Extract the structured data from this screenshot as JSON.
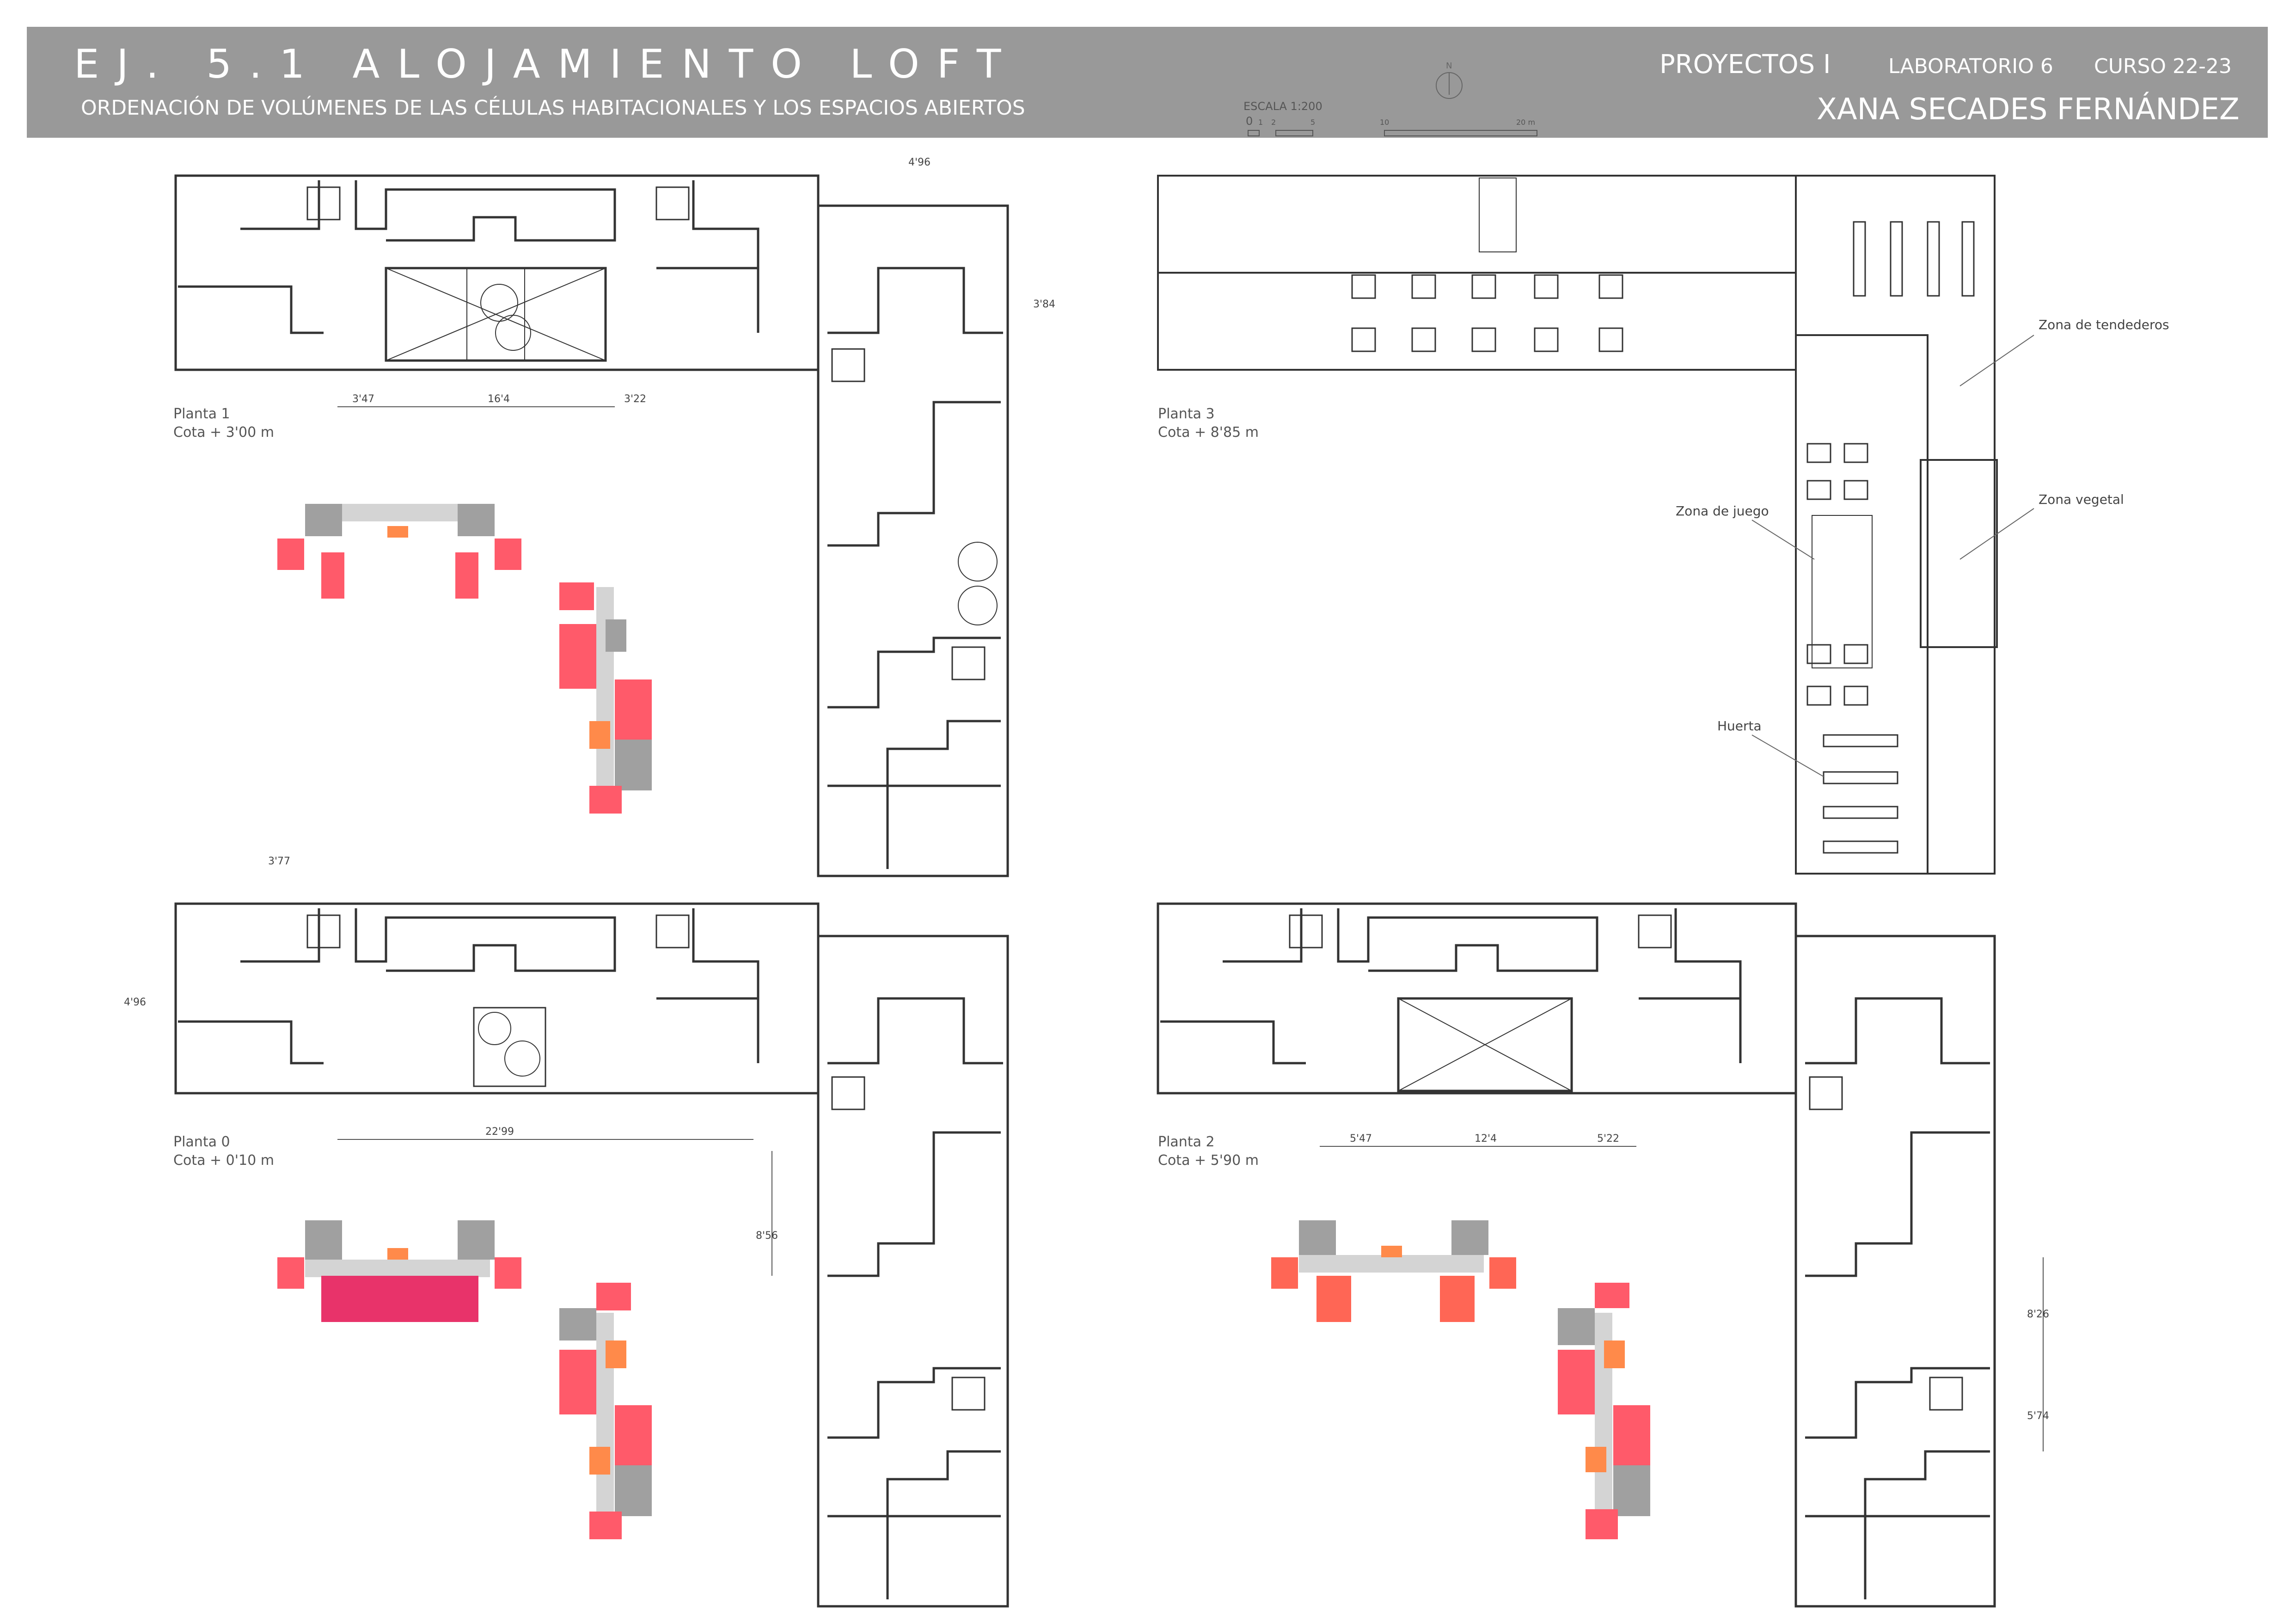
{
  "header": {
    "title": "EJ. 5.1   ALOJAMIENTO LOFT",
    "subtitle": "ORDENACIÓN DE VOLÚMENES DE LAS CÉLULAS HABITACIONALES Y LOS ESPACIOS ABIERTOS",
    "course": "PROYECTOS I",
    "lab": "LABORATORIO 6",
    "year": "CURSO 22-23",
    "author": "XANA SECADES FERNÁNDEZ",
    "scale": {
      "label": "ESCALA 1:200",
      "ticks_small": [
        "0",
        "1",
        "2",
        "5"
      ],
      "ticks_large": [
        "10",
        "20 m"
      ]
    },
    "north": "N"
  },
  "plans": {
    "p1": {
      "name": "Planta 1",
      "level": "Cota  + 3'00 m",
      "dims": [
        "4'96",
        "3'84",
        "3'47",
        "16'4",
        "3'22"
      ]
    },
    "p3": {
      "name": "Planta 3",
      "level": "Cota  + 8'85 m",
      "zones": [
        "Zona de tendederos",
        "Zona vegetal",
        "Zona de juego",
        "Huerta"
      ]
    },
    "p0": {
      "name": "Planta 0",
      "level": "Cota  + 0'10 m",
      "dims": [
        "3'77",
        "4'96",
        "22'99",
        "8'56"
      ]
    },
    "p2": {
      "name": "Planta 2",
      "level": "Cota  + 5'90 m",
      "dims": [
        "5'47",
        "12'4",
        "5'22",
        "8'26",
        "5'74"
      ]
    }
  },
  "colors": {
    "header_bg": "#999999",
    "header_text": "#ffffff",
    "wall": "#333333",
    "vol_gray": "#a0a0a0",
    "vol_light": "#d4d4d4",
    "vol_red": "#ff5a6a",
    "vol_coral": "#ff6655",
    "vol_orange": "#ff8a4a",
    "vol_magenta": "#e8336a"
  }
}
